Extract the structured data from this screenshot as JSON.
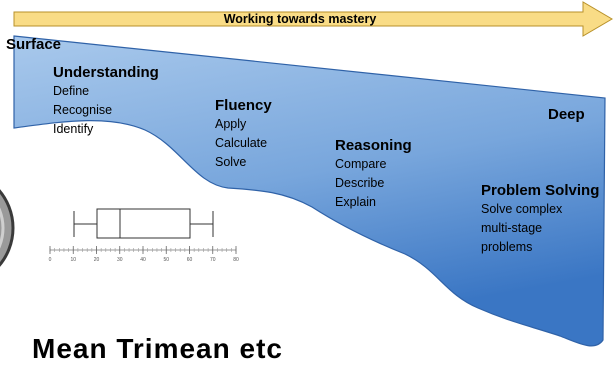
{
  "arrow_label": "Working towards mastery",
  "surface_label": "Surface",
  "deep_label": "Deep",
  "stages": [
    {
      "title": "Understanding",
      "items": [
        "Define",
        "Recognise",
        "Identify"
      ]
    },
    {
      "title": "Fluency",
      "items": [
        "Apply",
        "Calculate",
        "Solve"
      ]
    },
    {
      "title": "Reasoning",
      "items": [
        "Compare",
        "Describe",
        "Explain"
      ]
    },
    {
      "title": "Problem Solving",
      "items": [
        "Solve complex",
        "multi-stage",
        "problems"
      ]
    }
  ],
  "boxplot": {
    "min": 10,
    "q1": 20,
    "median": 30,
    "q3": 60,
    "max": 70,
    "axis_ticks": [
      "0",
      "10",
      "20",
      "30",
      "40",
      "50",
      "60",
      "70",
      "80"
    ]
  },
  "bottom_title": "Mean Trimean etc",
  "colors": {
    "arrow_fill": "#f9dc86",
    "arrow_stroke": "#b8912a",
    "wedge_light": "#a9c9ec",
    "wedge_dark": "#3a76c4",
    "wedge_stroke": "#2f62a8"
  }
}
